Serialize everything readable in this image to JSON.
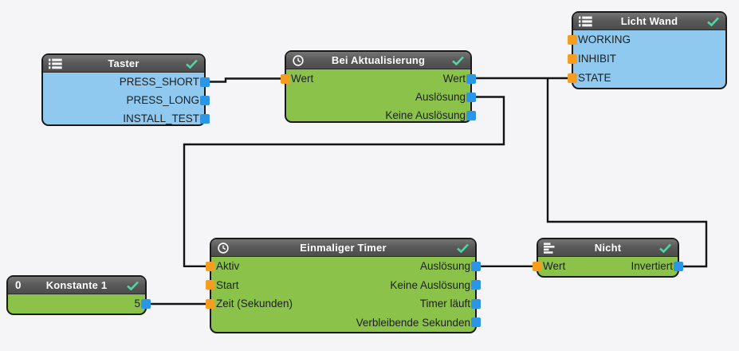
{
  "editor": {
    "background": "#f5f4f6"
  },
  "colors": {
    "header": "#5a5a5a",
    "node_blue": "#8fc9f0",
    "node_green": "#8bc34a",
    "port_input_orange": "#f59d1f",
    "port_output_blue": "#2b96e6",
    "checkmark_green": "#4fd6a2",
    "wire_black": "#141414"
  },
  "nodes": {
    "taster": {
      "title": "Taster",
      "icon": "list-icon",
      "outputs": [
        "PRESS_SHORT",
        "PRESS_LONG",
        "INSTALL_TEST"
      ]
    },
    "update": {
      "title": "Bei Aktualisierung",
      "icon": "clock-icon",
      "inputs": [
        "Wert"
      ],
      "outputs": [
        "Wert",
        "Auslösung",
        "Keine Auslösung"
      ]
    },
    "licht": {
      "title": "Licht Wand",
      "icon": "list-icon",
      "inputs": [
        "WORKING",
        "INHIBIT",
        "STATE"
      ]
    },
    "timer": {
      "title": "Einmaliger Timer",
      "icon": "clock-icon",
      "inputs": [
        "Aktiv",
        "Start",
        "Zeit (Sekunden)"
      ],
      "outputs": [
        "Auslösung",
        "Keine Auslösung",
        "Timer läuft",
        "Verbleibende Sekunden"
      ]
    },
    "nicht": {
      "title": "Nicht",
      "icon": "text-lines-icon",
      "inputs": [
        "Wert"
      ],
      "outputs": [
        "Invertiert"
      ]
    },
    "konstante": {
      "title": "Konstante 1",
      "icon": "0",
      "outputs": [
        "5"
      ]
    }
  },
  "connections": [
    {
      "from": "Taster.PRESS_SHORT",
      "to": "Bei Aktualisierung.Wert"
    },
    {
      "from": "Bei Aktualisierung.Wert",
      "to": "Licht Wand.STATE"
    },
    {
      "from": "Nicht.Invertiert",
      "to": "Licht Wand.STATE"
    },
    {
      "from": "Bei Aktualisierung.Auslösung",
      "to": "Einmaliger Timer.Aktiv"
    },
    {
      "from": "Konstante 1.5",
      "to": "Einmaliger Timer.Zeit (Sekunden)"
    },
    {
      "from": "Einmaliger Timer.Auslösung",
      "to": "Nicht.Wert"
    }
  ]
}
